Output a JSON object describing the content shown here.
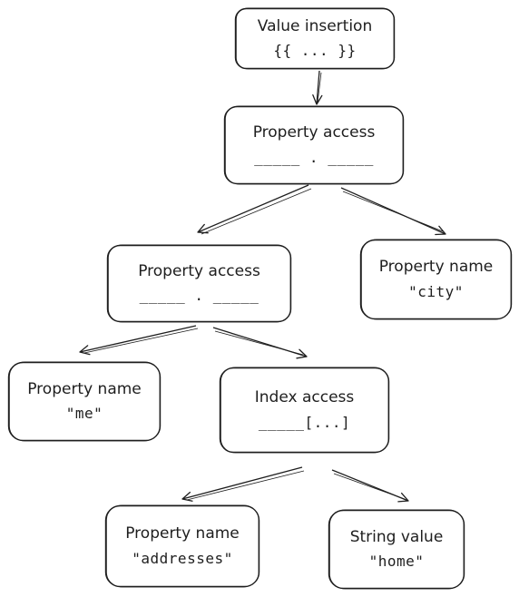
{
  "nodes": {
    "value_insertion": {
      "title": "Value insertion",
      "syntax": "{{ ... }}"
    },
    "property_access_top": {
      "title": "Property access",
      "syntax": "_____ . _____"
    },
    "property_access_mid": {
      "title": "Property access",
      "syntax": "_____ . _____"
    },
    "property_name_city": {
      "title": "Property name",
      "value": "\"city\""
    },
    "property_name_me": {
      "title": "Property name",
      "value": "\"me\""
    },
    "index_access": {
      "title": "Index access",
      "syntax": "_____[...]"
    },
    "property_name_addresses": {
      "title": "Property name",
      "value": "\"addresses\""
    },
    "string_value_home": {
      "title": "String value",
      "value": "\"home\""
    }
  },
  "colors": {
    "stroke": "#1e1e1e",
    "background": "#ffffff"
  }
}
